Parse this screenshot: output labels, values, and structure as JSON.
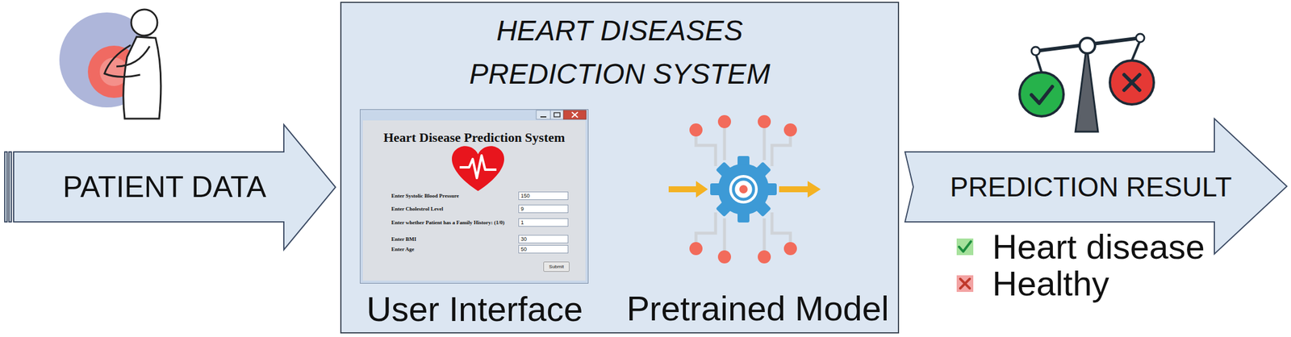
{
  "diagram": {
    "nodes": [
      {
        "text": [
          "PATIENT DATA"
        ]
      },
      {
        "text": [
          "HEART DISEASES PREDICTION SYSTEM"
        ]
      },
      {
        "text": [
          "Heart Disease Prediction System",
          "Enter Systolic Blood Pressure",
          "150",
          "Enter Cholestrol Level",
          "9",
          "Enter whether Patient has a Family History: (1/0)",
          "1",
          "Enter BMI",
          "30",
          "Enter Age",
          "50",
          "Submit",
          "User Interface"
        ],
        "in": 1
      },
      {
        "text": [
          "PREDICTION RESULT"
        ]
      }
    ],
    "labels": [
      "Pretrained Model"
    ],
    "legend": [
      {
        "text": "Heart disease",
        "color": "#a6e19c"
      },
      {
        "text": "Healthy",
        "color": "#f3a3a3"
      }
    ]
  }
}
